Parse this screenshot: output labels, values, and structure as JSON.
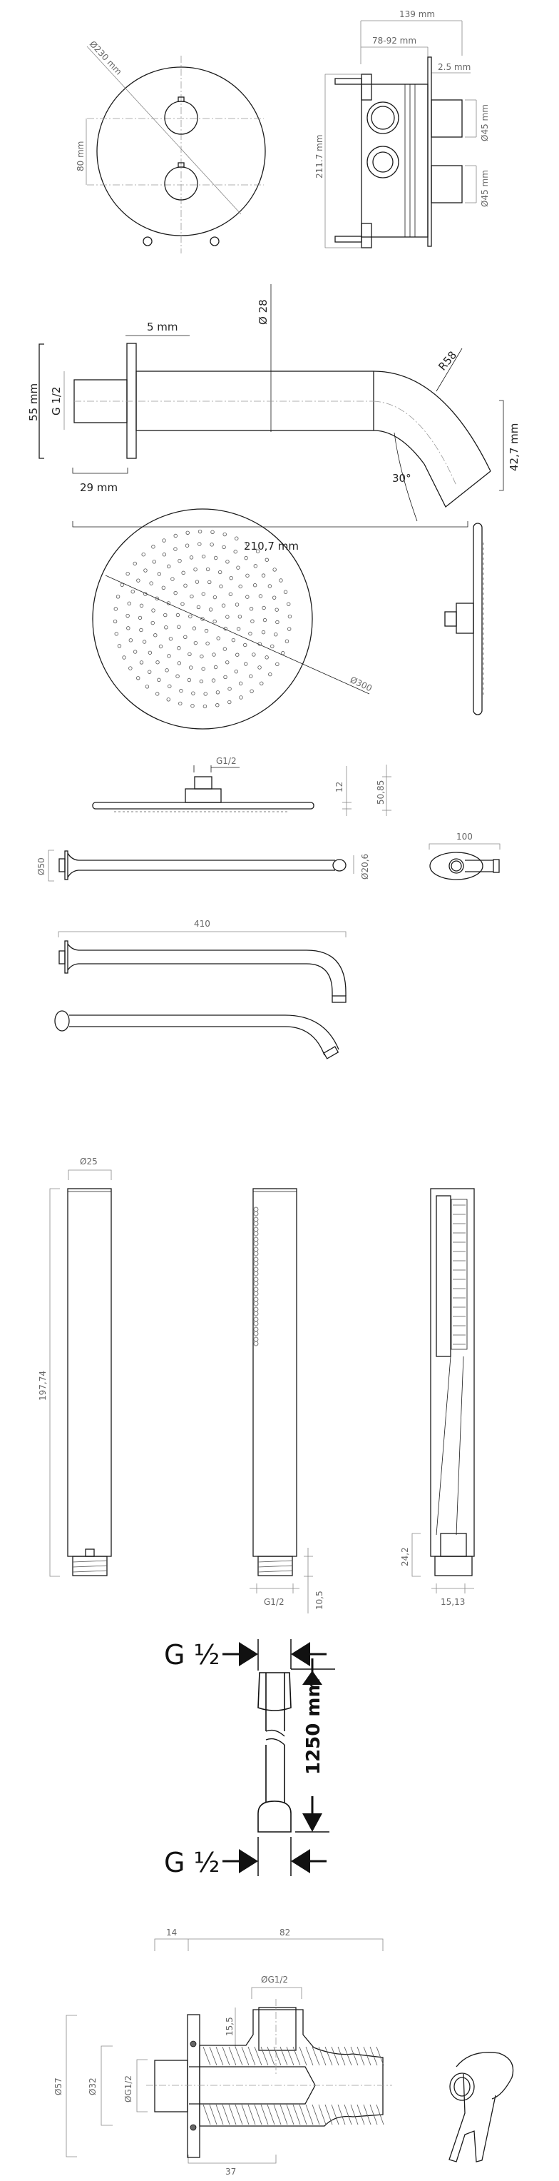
{
  "thermostat_panel": {
    "diameter": "Ø230 mm",
    "knob_spacing": "80 mm",
    "total_depth": "139 mm",
    "install_depth": "78-92 mm",
    "plate_thickness": "2.5 mm",
    "box_height": "211.7 mm",
    "knob_top_diameter": "Ø45 mm",
    "knob_bottom_diameter": "Ø45 mm"
  },
  "spout": {
    "pipe_diameter": "Ø 28",
    "flange_thickness": "5 mm",
    "flange_height": "55 mm",
    "thread": "G 1/2",
    "thread_length": "29 mm",
    "radius": "R58",
    "angle": "30°",
    "drop": "42,7 mm",
    "total_length": "210,7 mm"
  },
  "rain_shower_head": {
    "diameter": "Ø300",
    "connector": "G1/2",
    "plate_height": "12",
    "total_height": "50,85"
  },
  "shower_arm": {
    "flange_diameter": "Ø50",
    "pipe_diameter": "Ø20,6",
    "flange_width": "100",
    "length": "410"
  },
  "hand_shower": {
    "diameter": "Ø25",
    "length": "197,74",
    "thread": "G1/2",
    "thread_length": "10,5",
    "base_height": "24,2",
    "thread_width": "15,13"
  },
  "hose": {
    "top_thread": "G ½",
    "bottom_thread": "G ½",
    "length": "1250 mm"
  },
  "wall_outlet": {
    "flange_depth": "14",
    "body_length": "82",
    "outlet_thread": "ØG1/2",
    "outlet_height": "15,5",
    "flange_diameter": "Ø57",
    "body_diameter": "Ø32",
    "inlet_thread": "ØG1/2",
    "inlet_length": "37"
  }
}
